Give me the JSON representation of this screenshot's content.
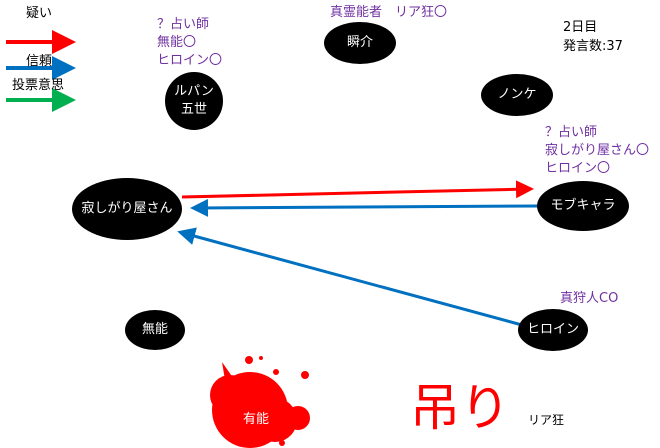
{
  "legend": [
    {
      "label": "疑い",
      "color": "#FF0000"
    },
    {
      "label": "信頼",
      "color": "#0070C0"
    },
    {
      "label": "投票意思",
      "color": "#00B050"
    }
  ],
  "info": {
    "day": "2日目",
    "messages": "発言数:37"
  },
  "nodes": {
    "lupin": "ルパン\n五世",
    "shunsuke": "瞬介",
    "nonke": "ノンケ",
    "sabishigari": "寂しがり屋さん",
    "mobchara": "モブキャラ",
    "munou": "無能",
    "heroine": "ヒロイン",
    "yuunou": "有能"
  },
  "notes": {
    "lupin": "？占い師\n無能〇\nヒロイン〇",
    "shunsuke": "真霊能者　リア狂〇",
    "mobchara": "？占い師\n寂しがり屋さん〇\nヒロイン〇",
    "heroine": "真狩人CO"
  },
  "hanged": {
    "label": "吊り",
    "role": "リア狂"
  },
  "colors": {
    "note": "#7030A0",
    "blood": "#FF0000"
  }
}
